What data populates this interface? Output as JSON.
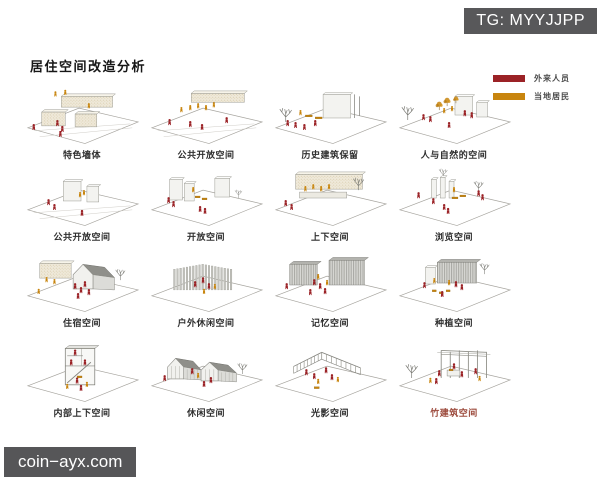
{
  "badges": {
    "telegram": "TG: MYYJJPP",
    "site": "coin−ayx.com"
  },
  "title": "居住空间改造分析",
  "legend": {
    "items": [
      {
        "label": "外来人员",
        "color": "#9b2226"
      },
      {
        "label": "当地居民",
        "color": "#c8850e"
      }
    ]
  },
  "colors": {
    "visitor_red": "#9b2226",
    "resident_orange": "#c8850e",
    "highlight_label": "#9c4a3c",
    "label": "#2e2e2e"
  },
  "grid": {
    "cells": [
      {
        "label": "特色墙体",
        "scene": "feature-walls",
        "highlight": false
      },
      {
        "label": "公共开放空间",
        "scene": "public-open-1",
        "highlight": false
      },
      {
        "label": "历史建筑保留",
        "scene": "historic-preserve",
        "highlight": false
      },
      {
        "label": "人与自然的空间",
        "scene": "nature-space",
        "highlight": false
      },
      {
        "label": "公共开放空间",
        "scene": "public-open-2",
        "highlight": false
      },
      {
        "label": "开放空间",
        "scene": "open-space",
        "highlight": false
      },
      {
        "label": "上下空间",
        "scene": "updown-space",
        "highlight": false
      },
      {
        "label": "浏览空间",
        "scene": "browse-space",
        "highlight": false
      },
      {
        "label": "住宿空间",
        "scene": "lodging-space",
        "highlight": false
      },
      {
        "label": "户外休闲空间",
        "scene": "outdoor-leisure",
        "highlight": false
      },
      {
        "label": "记忆空间",
        "scene": "memory-space",
        "highlight": false
      },
      {
        "label": "种植空间",
        "scene": "planting-space",
        "highlight": false
      },
      {
        "label": "内部上下空间",
        "scene": "internal-updown",
        "highlight": false
      },
      {
        "label": "休闲空间",
        "scene": "leisure-space",
        "highlight": false
      },
      {
        "label": "光影空间",
        "scene": "light-shadow",
        "highlight": false
      },
      {
        "label": "竹建筑空间",
        "scene": "bamboo-space",
        "highlight": true
      }
    ]
  }
}
